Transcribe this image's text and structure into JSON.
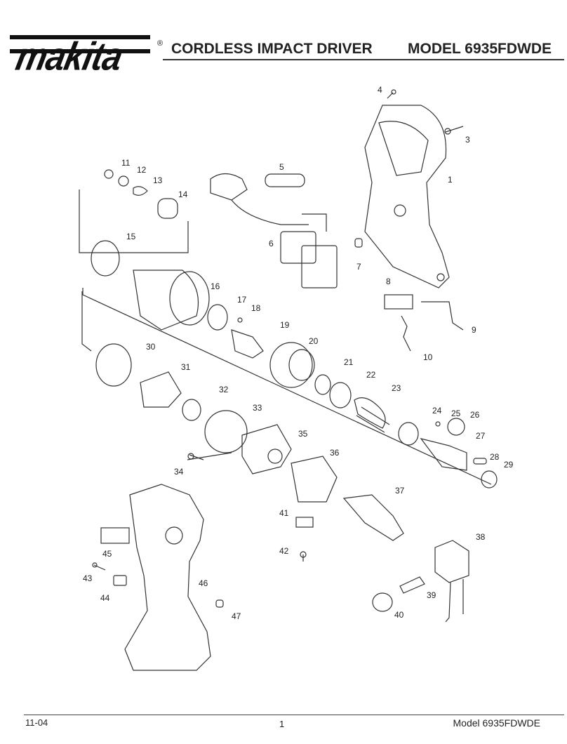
{
  "brand": {
    "logo_text": "makita",
    "registered_mark": "®"
  },
  "header": {
    "title": "CORDLESS IMPACT DRIVER",
    "model": "MODEL 6935FDWDE"
  },
  "diagram": {
    "labels": {
      "p1": "1",
      "p3": "3",
      "p4": "4",
      "p5": "5",
      "p6": "6",
      "p7": "7",
      "p8": "8",
      "p9": "9",
      "p10": "10",
      "p11": "11",
      "p12": "12",
      "p13": "13",
      "p14": "14",
      "p15": "15",
      "p16": "16",
      "p17": "17",
      "p18": "18",
      "p19": "19",
      "p20": "20",
      "p21": "21",
      "p22": "22",
      "p23": "23",
      "p24": "24",
      "p25": "25",
      "p26": "26",
      "p27": "27",
      "p28": "28",
      "p29": "29",
      "p30": "30",
      "p31": "31",
      "p32": "32",
      "p33": "33",
      "p34": "34",
      "p35": "35",
      "p36": "36",
      "p37": "37",
      "p38": "38",
      "p39": "39",
      "p40": "40",
      "p41": "41",
      "p42": "42",
      "p43": "43",
      "p44": "44",
      "p45": "45",
      "p46": "46",
      "p47": "47"
    }
  },
  "footer": {
    "date": "11-04",
    "page": "1",
    "model": "Model  6935FDWDE"
  }
}
